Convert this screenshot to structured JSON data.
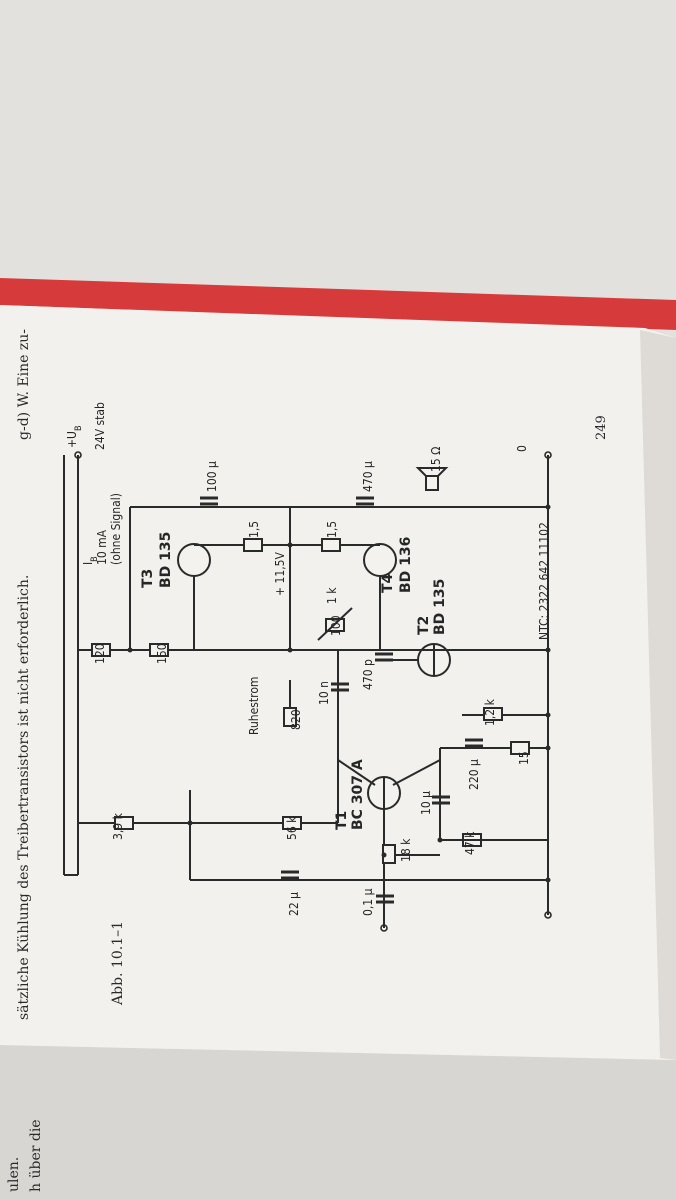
{
  "page": {
    "header_text": "sätzliche Kühlung des Treibertransistors ist nicht erforderlich.",
    "header_right_fragment": "g-d) W. Eine zu-",
    "left_page_fragment_1": "ulen.",
    "left_page_fragment_2": "h über die",
    "figure_caption": "Abb. 10.1–1",
    "page_number": "249",
    "part_number": "NTC: 2322 642 11102"
  },
  "schematic": {
    "supply": {
      "label": "+U",
      "subscript": "B",
      "voltage": "24V stab"
    },
    "current": {
      "label": "I",
      "subscript": "B",
      "value": "10 mA",
      "note": "(ohne Signal)"
    },
    "ground": "0",
    "ruhestrom": "Ruhestrom",
    "voltage_mark": "+ 11,5V",
    "transistors": {
      "t1": {
        "ref": "T1",
        "type": "BC 307 A"
      },
      "t2": {
        "ref": "T2",
        "type": "BD 135"
      },
      "t3": {
        "ref": "T3",
        "type": "BD 135"
      },
      "t4": {
        "ref": "T4",
        "type": "BD 136"
      }
    },
    "resistors": {
      "r_3k9": "3,9 k",
      "r_56k": "56 k",
      "r_18k": "18 k",
      "r_47k": "47 k",
      "r_820": "820",
      "r_1k2": "1,2 k",
      "r_15a": "15",
      "r_120": "120",
      "r_150": "150",
      "r_1_5a": "1,5",
      "r_1_5b": "1,5",
      "r_100": "100",
      "r_1k": "1 k",
      "speaker": "15 Ω"
    },
    "capacitors": {
      "c_0_1": "0,1 µ",
      "c_22": "22 µ",
      "c_10": "10 µ",
      "c_220": "220 µ",
      "c_10n": "10 n",
      "c_470p": "470 p",
      "c_470": "470 µ",
      "c_100": "100 µ"
    }
  }
}
